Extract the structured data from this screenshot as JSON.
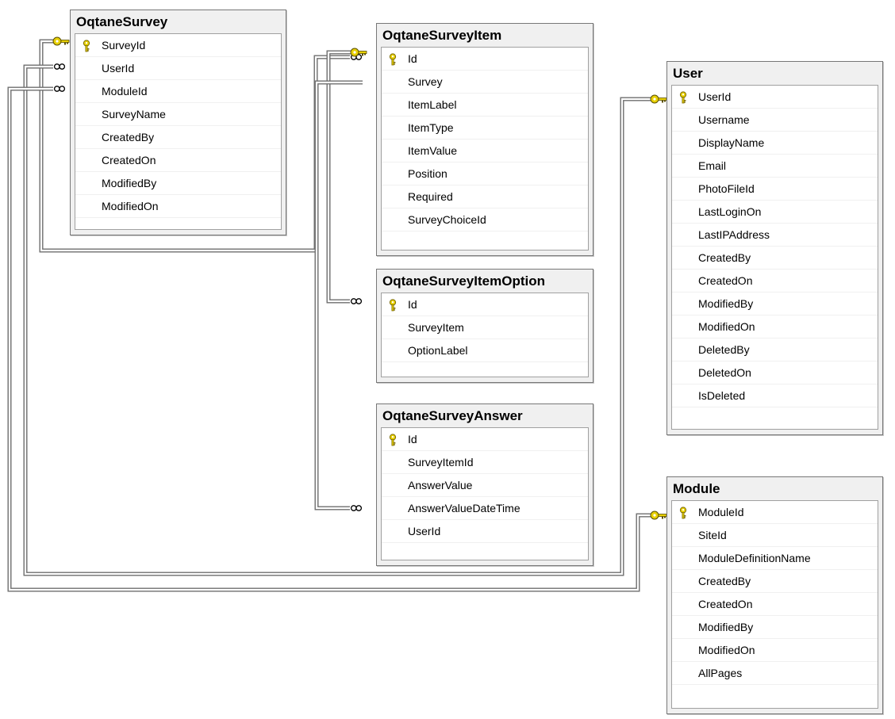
{
  "tables": [
    {
      "name": "OqtaneSurvey",
      "columns": [
        {
          "name": "SurveyId",
          "pk": true
        },
        {
          "name": "UserId"
        },
        {
          "name": "ModuleId"
        },
        {
          "name": "SurveyName"
        },
        {
          "name": "CreatedBy"
        },
        {
          "name": "CreatedOn"
        },
        {
          "name": "ModifiedBy"
        },
        {
          "name": "ModifiedOn"
        }
      ]
    },
    {
      "name": "OqtaneSurveyItem",
      "columns": [
        {
          "name": "Id",
          "pk": true
        },
        {
          "name": "Survey"
        },
        {
          "name": "ItemLabel"
        },
        {
          "name": "ItemType"
        },
        {
          "name": "ItemValue"
        },
        {
          "name": "Position"
        },
        {
          "name": "Required"
        },
        {
          "name": "SurveyChoiceId"
        }
      ]
    },
    {
      "name": "OqtaneSurveyItemOption",
      "columns": [
        {
          "name": "Id",
          "pk": true
        },
        {
          "name": "SurveyItem"
        },
        {
          "name": "OptionLabel"
        }
      ]
    },
    {
      "name": "OqtaneSurveyAnswer",
      "columns": [
        {
          "name": "Id",
          "pk": true
        },
        {
          "name": "SurveyItemId"
        },
        {
          "name": "AnswerValue"
        },
        {
          "name": "AnswerValueDateTime"
        },
        {
          "name": "UserId"
        }
      ]
    },
    {
      "name": "User",
      "columns": [
        {
          "name": "UserId",
          "pk": true
        },
        {
          "name": "Username"
        },
        {
          "name": "DisplayName"
        },
        {
          "name": "Email"
        },
        {
          "name": "PhotoFileId"
        },
        {
          "name": "LastLoginOn"
        },
        {
          "name": "LastIPAddress"
        },
        {
          "name": "CreatedBy"
        },
        {
          "name": "CreatedOn"
        },
        {
          "name": "ModifiedBy"
        },
        {
          "name": "ModifiedOn"
        },
        {
          "name": "DeletedBy"
        },
        {
          "name": "DeletedOn"
        },
        {
          "name": "IsDeleted"
        }
      ]
    },
    {
      "name": "Module",
      "columns": [
        {
          "name": "ModuleId",
          "pk": true
        },
        {
          "name": "SiteId"
        },
        {
          "name": "ModuleDefinitionName"
        },
        {
          "name": "CreatedBy"
        },
        {
          "name": "CreatedOn"
        },
        {
          "name": "ModifiedBy"
        },
        {
          "name": "ModifiedOn"
        },
        {
          "name": "AllPages"
        }
      ]
    }
  ],
  "relationships": [
    {
      "from": "OqtaneSurveyItem",
      "to": "OqtaneSurvey"
    },
    {
      "from": "OqtaneSurveyItemOption",
      "to": "OqtaneSurveyItem"
    },
    {
      "from": "OqtaneSurveyAnswer",
      "to": "OqtaneSurveyItem"
    },
    {
      "from": "OqtaneSurvey",
      "to": "User"
    },
    {
      "from": "OqtaneSurvey",
      "to": "Module"
    }
  ],
  "colors": {
    "key": "#e8d000",
    "line": "#6e6e6e",
    "title_bar": "#f0f0f0"
  },
  "icons": {
    "primary_key": "key-icon",
    "one_end": "key-connector-icon",
    "many_end": "infinity-icon"
  }
}
